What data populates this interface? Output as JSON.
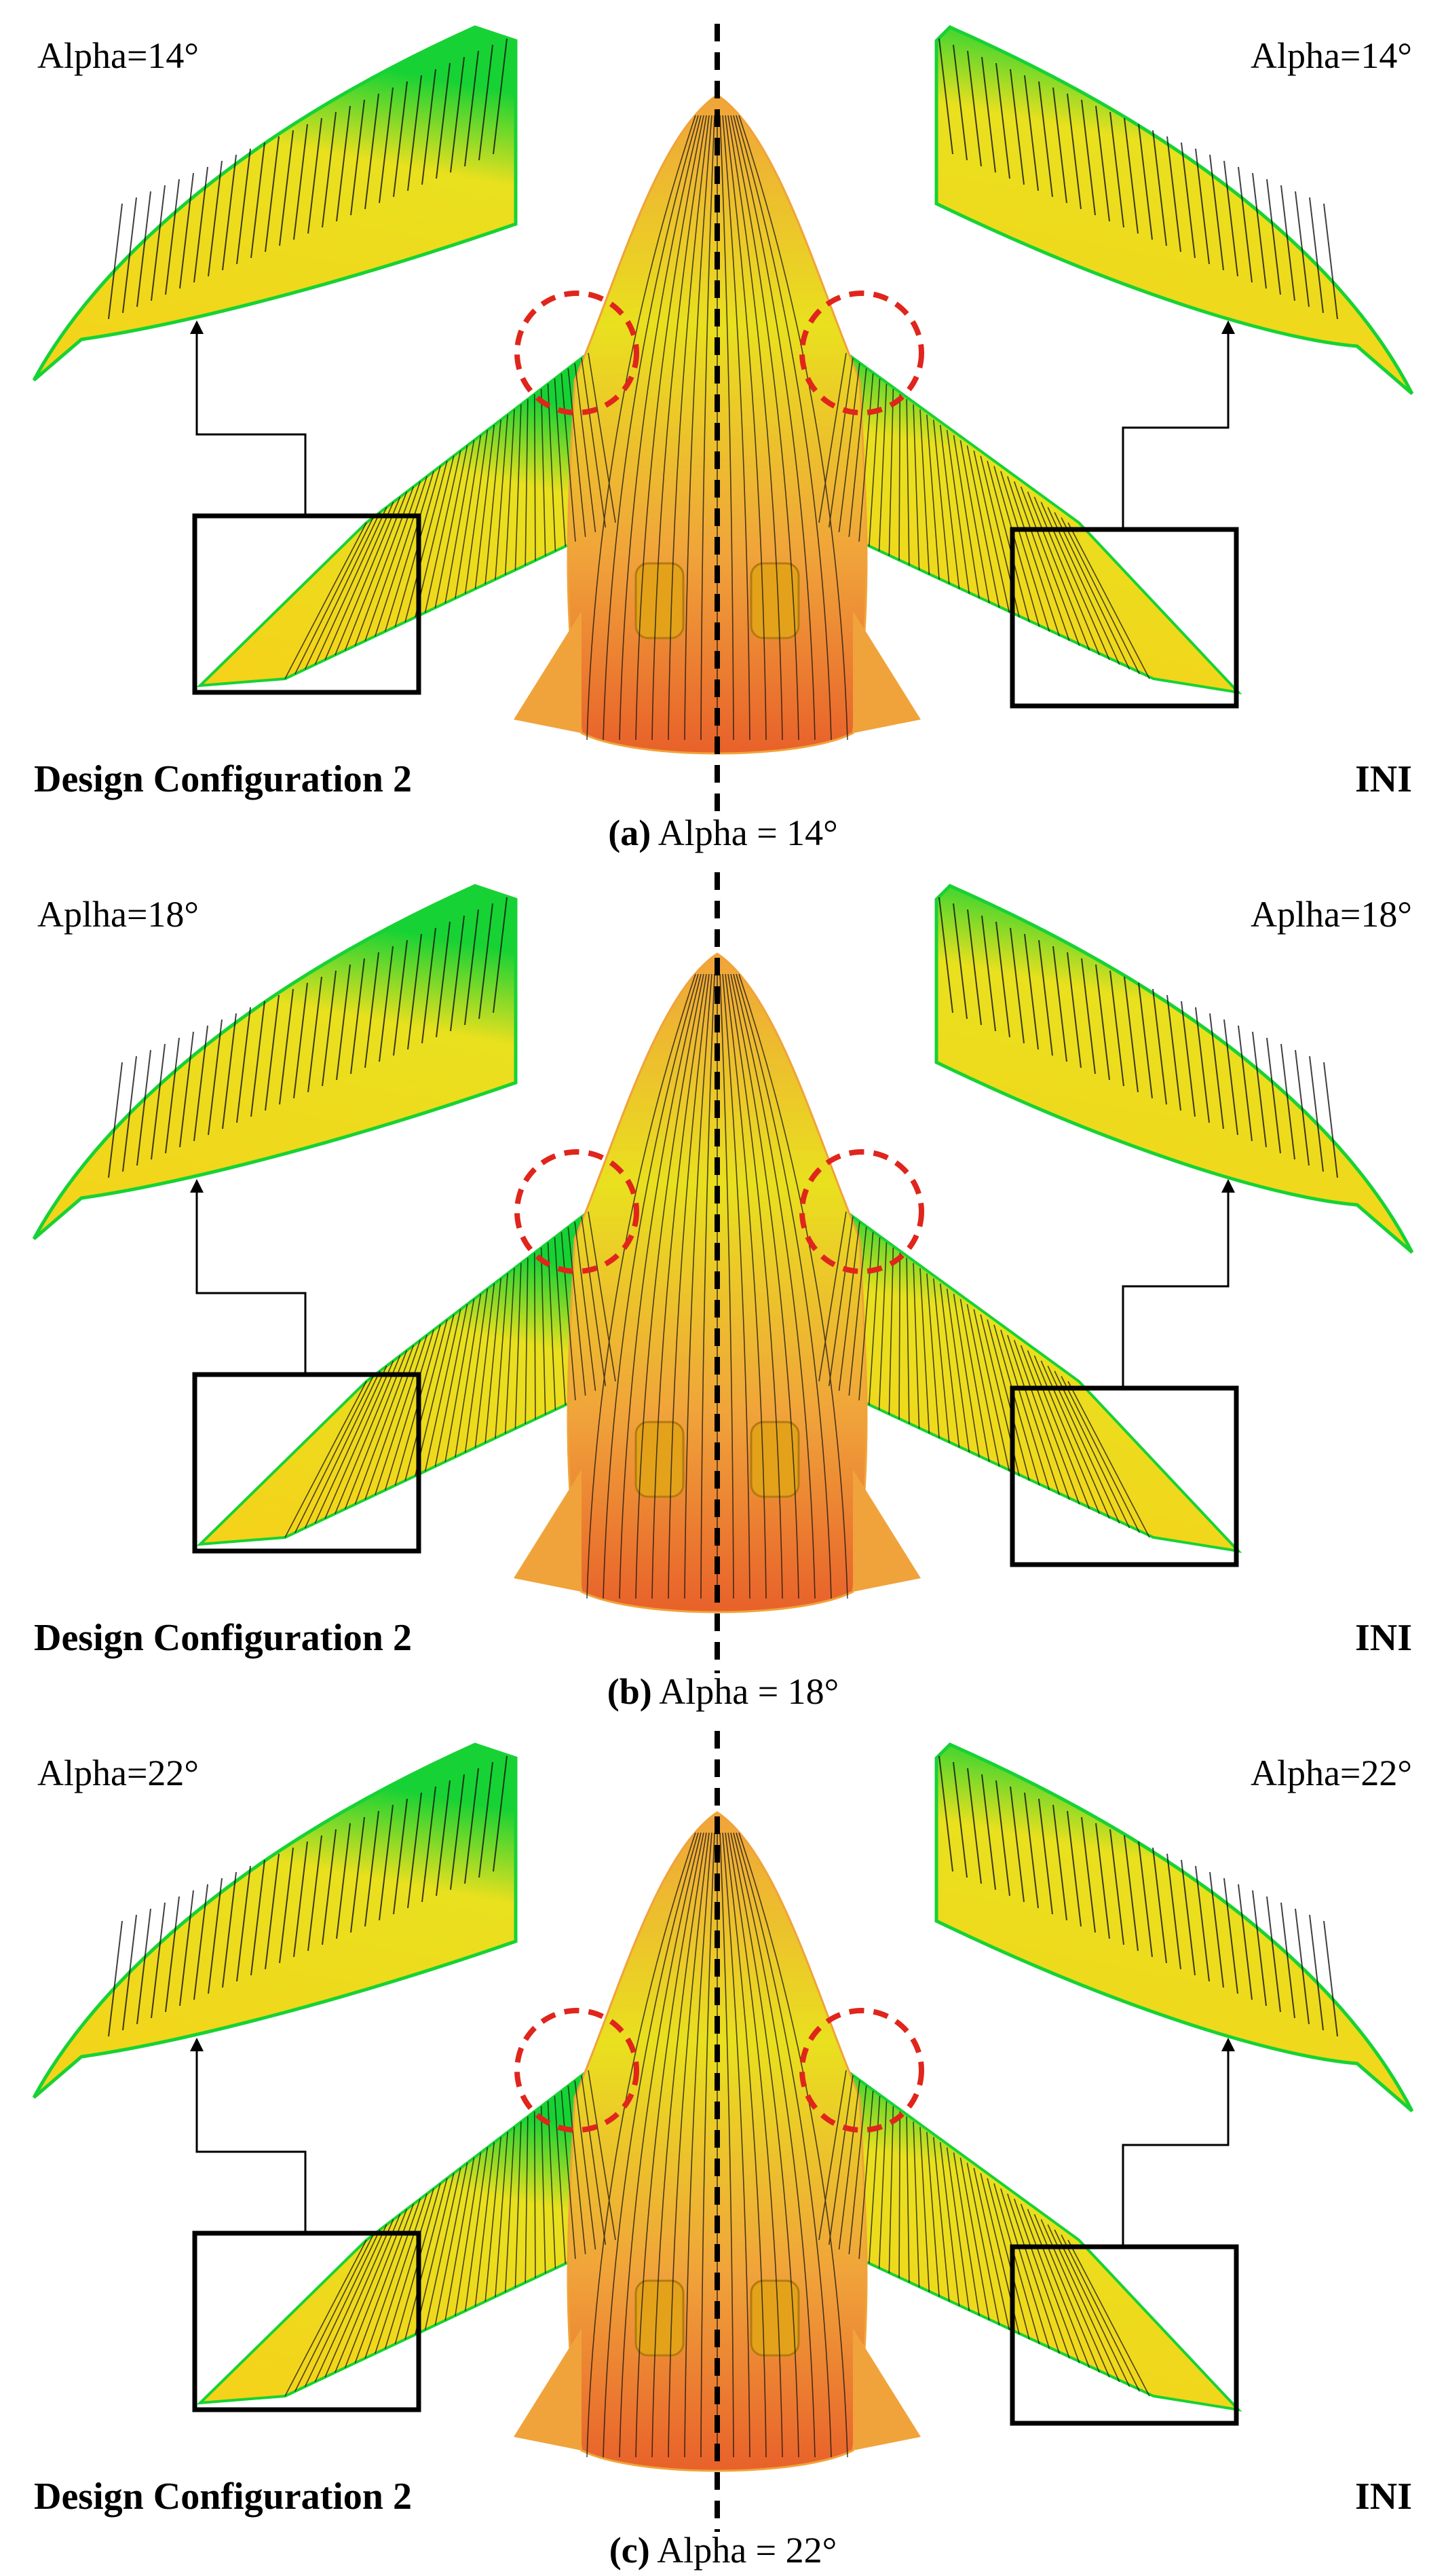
{
  "colors": {
    "surface_low": "#f5d21a",
    "surface_mid": "#e9e01e",
    "edge_high": "#17d234",
    "body_warm": "#f0a33a",
    "body_hot": "#e8612a",
    "highlight_circle": "#e0251c",
    "streamline": "#111111"
  },
  "panels": [
    {
      "id": "a",
      "alpha_left": "Alpha=14°",
      "alpha_right": "Alpha=14°",
      "config_left": "Design Configuration 2",
      "config_right": "INI",
      "caption_letter": "(a)",
      "caption_text": "Alpha = 14°"
    },
    {
      "id": "b",
      "alpha_left": "Aplha=18°",
      "alpha_right": "Aplha=18°",
      "config_left": "Design Configuration 2",
      "config_right": "INI",
      "caption_letter": "(b)",
      "caption_text": "Alpha = 18°"
    },
    {
      "id": "c",
      "alpha_left": "Alpha=22°",
      "alpha_right": "Alpha=22°",
      "config_left": "Design Configuration 2",
      "config_right": "INI",
      "caption_letter": "(c)",
      "caption_text": "Alpha = 22°"
    }
  ]
}
